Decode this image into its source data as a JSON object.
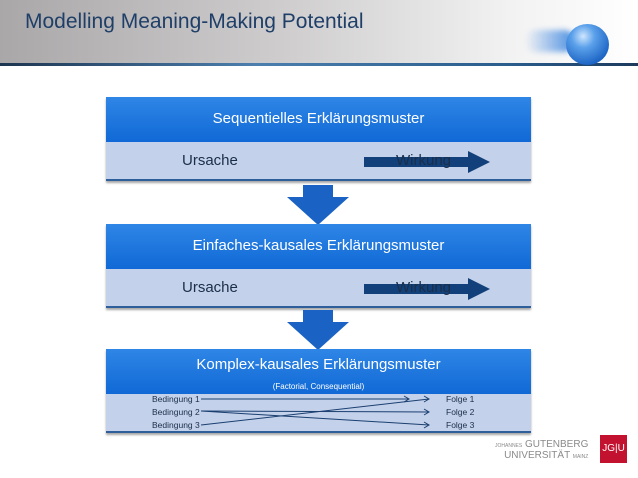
{
  "title": "Modelling Meaning-Making Potential",
  "boxes": [
    {
      "title": "Sequentielles Erklärungsmuster",
      "cause": "Ursache",
      "effect": "Wirkung"
    },
    {
      "title": "Einfaches-kausales Erklärungsmuster",
      "cause": "Ursache",
      "effect": "Wirkung"
    },
    {
      "title": "Komplex-kausales Erklärungsmuster",
      "subtitle": "(Factorial, Consequential)",
      "conditions": [
        "Bedingung 1",
        "Bedingung 2",
        "Bedingung 3"
      ],
      "consequences": [
        "Folge 1",
        "Folge 2",
        "Folge 3"
      ]
    }
  ],
  "logo": {
    "line1_small": "JOHANNES",
    "line1": "GUTENBERG",
    "line2": "UNIVERSITÄT",
    "line2_small": "MAINZ",
    "mark": "JG|U"
  },
  "colors": {
    "accent": "#1069d6",
    "title": "#1f3f68",
    "logo": "#c3122f"
  }
}
